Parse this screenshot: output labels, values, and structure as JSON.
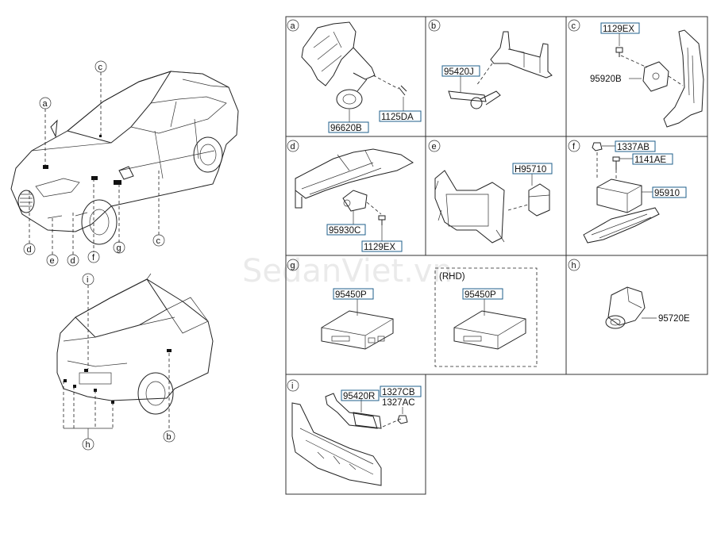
{
  "watermark": "SedanViet.vn",
  "locator_letters": {
    "front": [
      "a",
      "c",
      "d",
      "e",
      "d",
      "f",
      "g",
      "c"
    ],
    "rear": [
      "i",
      "h",
      "b"
    ]
  },
  "panels": {
    "a": {
      "letter": "a",
      "parts": [
        "96620B",
        "1125DA"
      ]
    },
    "b": {
      "letter": "b",
      "parts": [
        "95420J"
      ]
    },
    "c": {
      "letter": "c",
      "parts": [
        "1129EX",
        "95920B"
      ]
    },
    "d": {
      "letter": "d",
      "parts": [
        "95930C",
        "1129EX"
      ]
    },
    "e": {
      "letter": "e",
      "parts": [
        "H95710"
      ]
    },
    "f": {
      "letter": "f",
      "parts": [
        "1337AB",
        "1141AE",
        "95910"
      ]
    },
    "g": {
      "letter": "g",
      "parts": [
        "95450P"
      ],
      "rhd_label": "(RHD)",
      "rhd_part": "95450P"
    },
    "h": {
      "letter": "h",
      "parts": [
        "95720E"
      ]
    },
    "i": {
      "letter": "i",
      "parts": [
        "95420R",
        "1327CB",
        "1327AC"
      ]
    }
  }
}
